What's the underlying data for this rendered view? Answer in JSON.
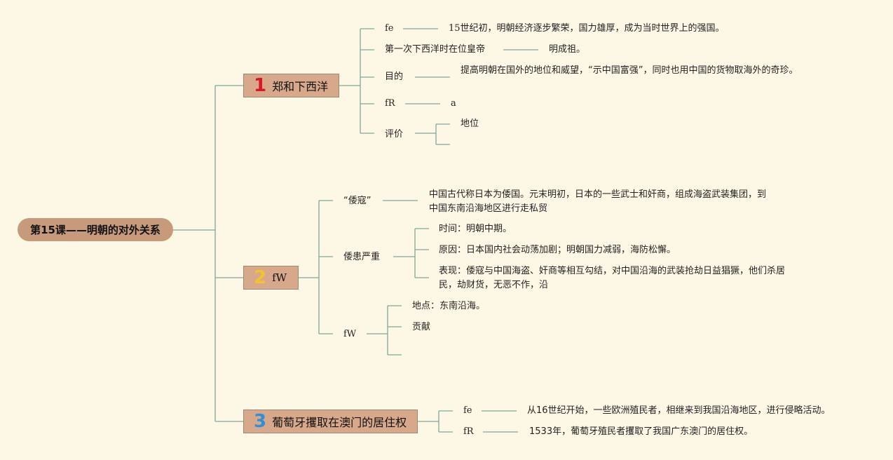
{
  "root": {
    "title": "第15课——明朝的对外关系"
  },
  "branch1": {
    "num": "1",
    "title": "郑和下西洋",
    "items": [
      {
        "label": "fe",
        "text": "15世纪初，明朝经济逐步繁荣，国力雄厚，成为当时世界上的强国。"
      },
      {
        "label": "第一次下西洋时在位皇帝",
        "text": "明成祖。"
      },
      {
        "label": "目的",
        "text": "提高明朝在国外的地位和威望，“示中国富强”，同时也用中国的货物取海外的奇珍。"
      },
      {
        "label": "fR",
        "text": "a"
      },
      {
        "label": "评价",
        "subs": [
          "地位",
          ""
        ]
      }
    ]
  },
  "branch2": {
    "num": "2",
    "title": "fW",
    "items": [
      {
        "label": "“倭寇”",
        "text": "中国古代称日本为倭国。元末明初，日本的一些武士和奸商，组成海盗武装集团，到中国东南沿海地区进行走私贸"
      },
      {
        "label": "倭患严重",
        "subs": [
          "时间：明朝中期。",
          "原因：日本国内社会动荡加剧；明朝国力减弱，海防松懈。",
          "表现：倭寇与中国海盗、奸商等相互勾结，对中国沿海的武装抢劫日益猖獗，他们杀居民，劫财货，无恶不作，沿"
        ]
      },
      {
        "label": "fW",
        "subs": [
          "地点：东南沿海。",
          "贡献",
          ""
        ]
      }
    ]
  },
  "branch3": {
    "num": "3",
    "title": "葡萄牙攫取在澳门的居住权",
    "items": [
      {
        "label": "fe",
        "text": "从16世纪开始，一些欧洲殖民者，相继来到我国沿海地区，进行侵略活动。"
      },
      {
        "label": "fR",
        "text": "1533年，葡萄牙殖民者攫取了我国广东澳门的居住权。"
      }
    ]
  },
  "colors": {
    "line": "#7fa89a",
    "root_bg": "#c89a7c",
    "branch_bg": "#d8a88a"
  }
}
